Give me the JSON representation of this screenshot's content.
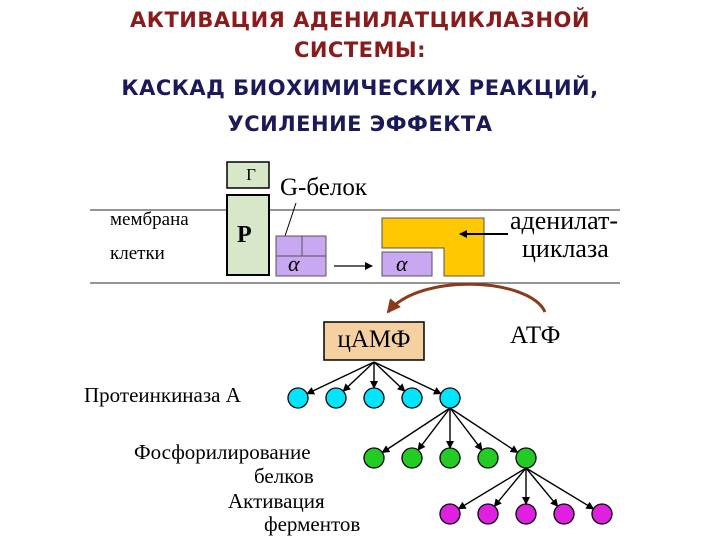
{
  "title": {
    "line1": "АКТИВАЦИЯ АДЕНИЛАТЦИКЛАЗНОЙ",
    "line2": "СИСТЕМЫ:",
    "line3": "КАСКАД БИОХИМИЧЕСКИХ РЕАКЦИЙ,",
    "line4": "УСИЛЕНИЕ ЭФФЕКТА",
    "color": "#8b1a1a",
    "color_dark": "#1a1a5a"
  },
  "membrane": {
    "line1": "мембрана",
    "line2": "клетки"
  },
  "hormone": {
    "label": "Г"
  },
  "receptor": {
    "label": "Р"
  },
  "g_protein": {
    "label": "G-белок",
    "alpha": "α",
    "color": "#c8a8f0"
  },
  "alpha_moved": {
    "label": "α"
  },
  "adenylate_cyclase": {
    "line1": "аденилат-",
    "line2": "циклаза",
    "color": "#ffc800"
  },
  "camp": {
    "label": "цАМФ",
    "color": "#f5d0a0"
  },
  "atp": {
    "label": "АТФ"
  },
  "cascade": {
    "protein_kinase": "Протеинкиназа А",
    "phosphorylation_1": "Фосфорилирование",
    "phosphorylation_2": "белков",
    "activation_1": "Активация",
    "activation_2": "ферментов",
    "colors": {
      "level1": "#00e5ff",
      "level2": "#22cc22",
      "level3": "#e020e0"
    }
  }
}
